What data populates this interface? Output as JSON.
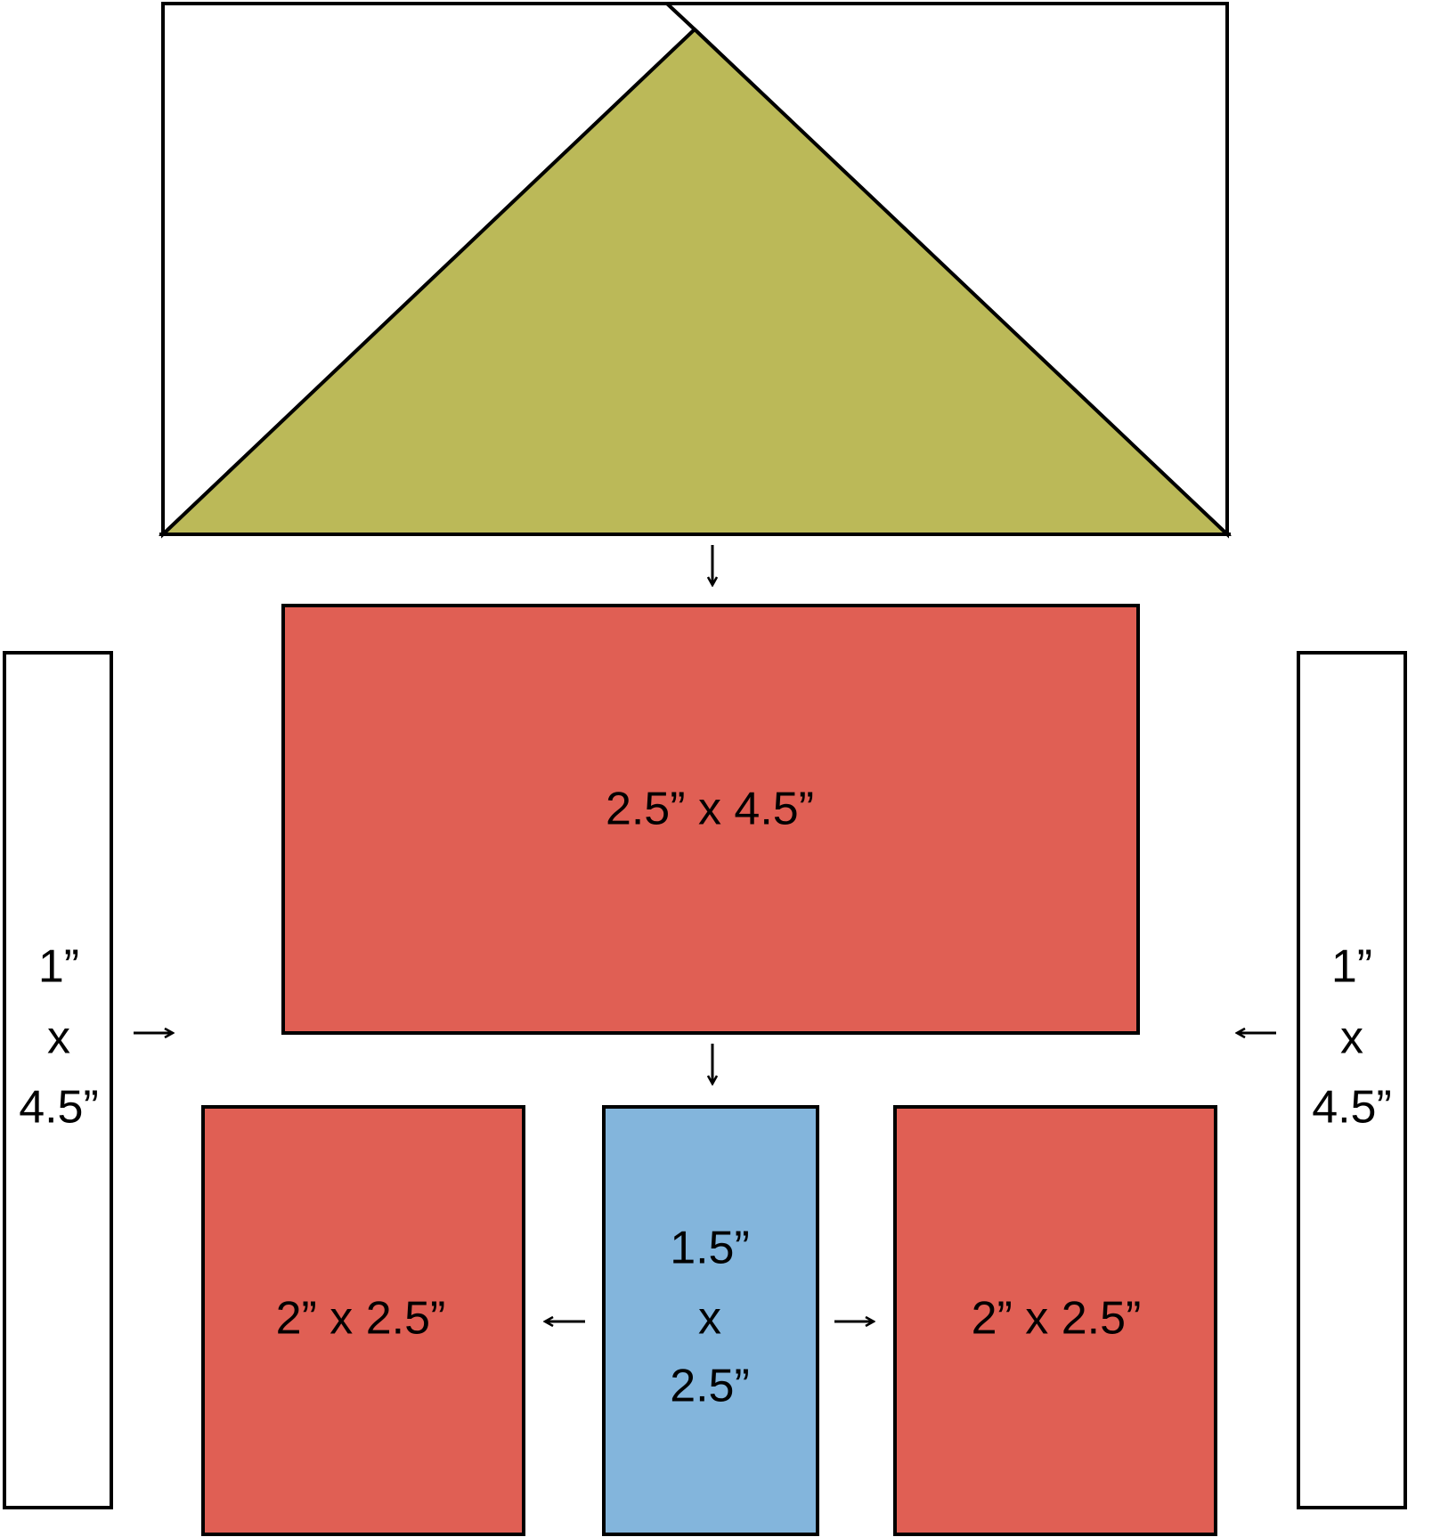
{
  "colors": {
    "triangle_fill": "#BBB958",
    "red_fill": "#E05F54",
    "blue_fill": "#83B5DC",
    "white_fill": "#FFFFFF",
    "outline": "#000000"
  },
  "pieces": {
    "top_rectangle": {
      "label": "2.5” x 4.5”"
    },
    "left_strip": {
      "line1": "1”",
      "line2": "x",
      "line3": "4.5”"
    },
    "right_strip": {
      "line1": "1”",
      "line2": "x",
      "line3": "4.5”"
    },
    "bottom_left_rectangle": {
      "label": "2” x 2.5”"
    },
    "center_rectangle": {
      "line1": "1.5”",
      "line2": "x",
      "line3": "2.5”"
    },
    "bottom_right_rectangle": {
      "label": "2” x 2.5”"
    }
  },
  "arrows": {
    "glyph": "arrow-icon"
  }
}
